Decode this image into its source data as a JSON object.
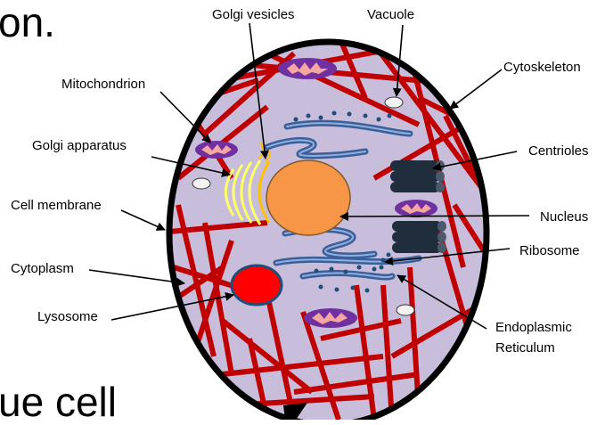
{
  "slide": {
    "title_fragment": "on.",
    "bottom_fragment": "ue cell"
  },
  "labels": {
    "golgi_vesicles": "Golgi vesicles",
    "vacuole": "Vacuole",
    "mitochondrion": "Mitochondrion",
    "cytoskeleton": "Cytoskeleton",
    "golgi_apparatus": "Golgi apparatus",
    "centrioles": "Centrioles",
    "cell_membrane": "Cell membrane",
    "nucleus": "Nucleus",
    "ribosome": "Ribosome",
    "cytoplasm": "Cytoplasm",
    "lysosome": "Lysosome",
    "er_line1": "Endoplasmic",
    "er_line2": "Reticulum"
  },
  "colors": {
    "cytoplasm": "#c8bedc",
    "cytoskeleton": "#c00000",
    "nucleus": "#f79646",
    "lysosome": "#ff0000",
    "golgi": "#ffff66",
    "er": "#5b7fb8",
    "mito_outer": "#7030a0",
    "mito_inner": "#f4a6a0",
    "centriole": "#1f2d3d"
  }
}
